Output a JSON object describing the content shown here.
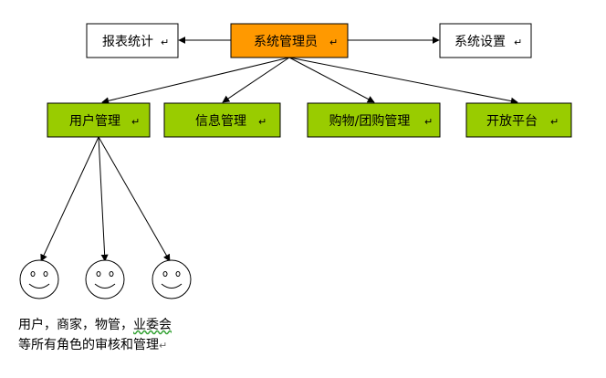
{
  "diagram": {
    "root": {
      "label": "系统管理员",
      "fill": "#FF9900"
    },
    "side_left": {
      "label": "报表统计",
      "fill": "#FFFFFF"
    },
    "side_right": {
      "label": "系统设置",
      "fill": "#FFFFFF"
    },
    "modules": [
      {
        "label": "用户管理"
      },
      {
        "label": "信息管理"
      },
      {
        "label": "购物/团购管理"
      },
      {
        "label": "开放平台"
      }
    ],
    "module_fill": "#99CC00",
    "roles_count": 3,
    "paragraph_mark": "↵"
  },
  "caption": {
    "line1_pre": "用户，商家，物管，",
    "line1_wavy": "业委会",
    "line2": "等所有角色的审核和管理"
  }
}
